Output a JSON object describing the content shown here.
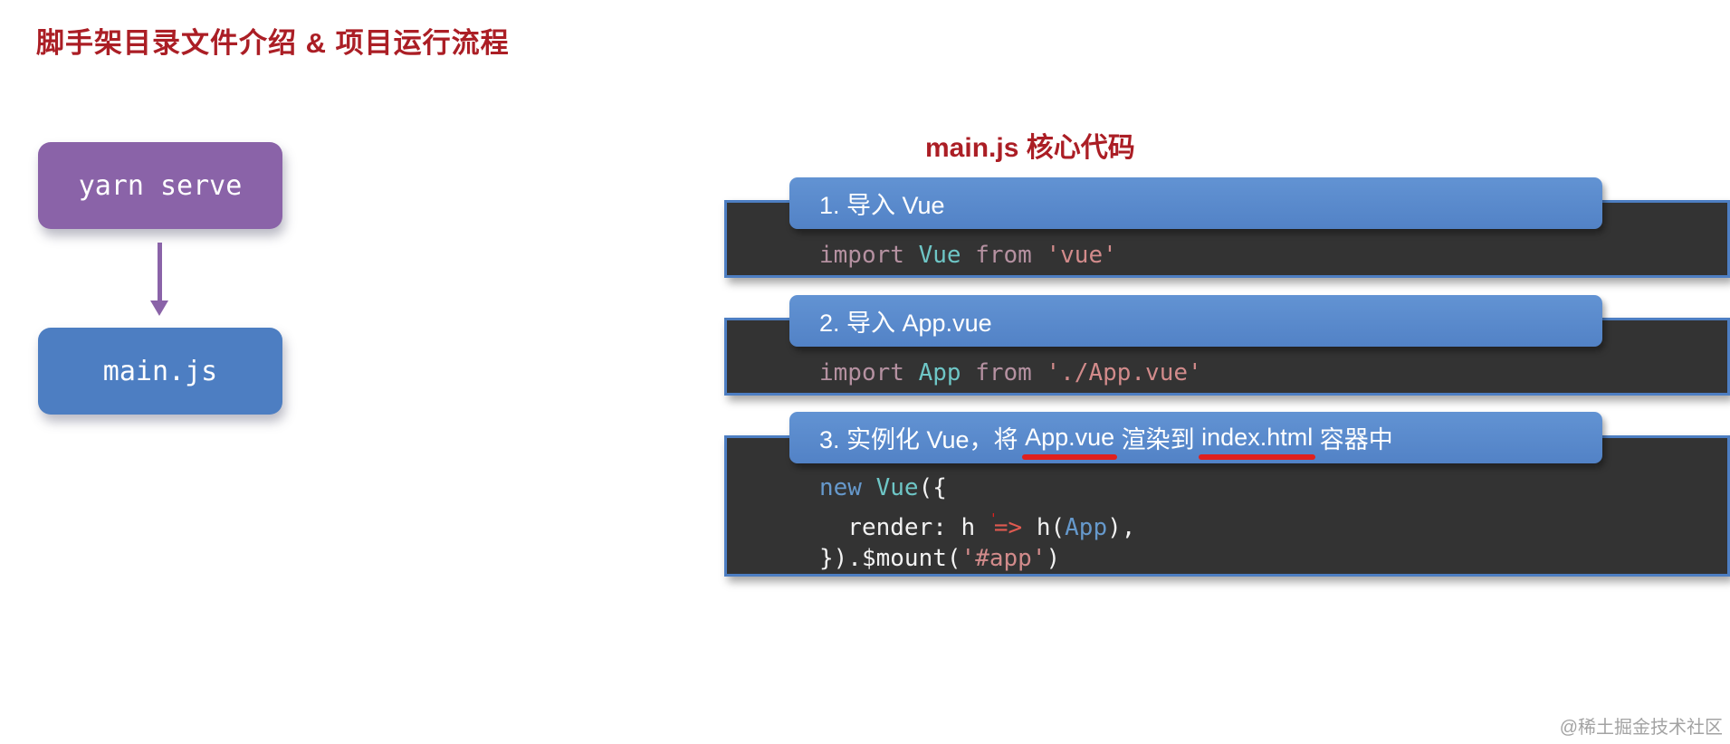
{
  "title": "脚手架目录文件介绍 & 项目运行流程",
  "heading": "main.js 核心代码",
  "watermark": "@稀土掘金技术社区",
  "flow": {
    "yarn_serve": "yarn serve",
    "main_js": "main.js"
  },
  "colors": {
    "title_red": "#ab1e25",
    "box_purple": "#8a63a8",
    "box_blue": "#4d7ec2",
    "header_blue": "#5282c6",
    "code_bg": "#333333",
    "underline_red": "#e0201d",
    "watermark_gray": "#a3a3a3",
    "tok_kw": "#b591a1",
    "tok_cls": "#6ec6c6",
    "tok_str": "#d28b8b",
    "tok_blue": "#6699cc",
    "tok_arrow": "#e05a50",
    "tok_plain": "#f2f2f2"
  },
  "steps": [
    {
      "label_parts": [
        {
          "text": "1. 导入 Vue",
          "underline": false
        }
      ],
      "code_lines": [
        [
          {
            "text": "import",
            "color": "kw"
          },
          {
            "text": " ",
            "color": "plain"
          },
          {
            "text": "Vue",
            "color": "cls"
          },
          {
            "text": " ",
            "color": "plain"
          },
          {
            "text": "from",
            "color": "kw"
          },
          {
            "text": " ",
            "color": "plain"
          },
          {
            "text": "'vue'",
            "color": "str"
          }
        ]
      ]
    },
    {
      "label_parts": [
        {
          "text": "2. 导入 App.vue",
          "underline": false
        }
      ],
      "code_lines": [
        [
          {
            "text": "import",
            "color": "kw"
          },
          {
            "text": " ",
            "color": "plain"
          },
          {
            "text": "App",
            "color": "cls"
          },
          {
            "text": " ",
            "color": "plain"
          },
          {
            "text": "from",
            "color": "kw"
          },
          {
            "text": " ",
            "color": "plain"
          },
          {
            "text": "'./App.vue'",
            "color": "str"
          }
        ]
      ]
    },
    {
      "label_parts": [
        {
          "text": "3. 实例化 Vue，将 ",
          "underline": false
        },
        {
          "text": "App.vue",
          "underline": true
        },
        {
          "text": " 渲染到 ",
          "underline": false
        },
        {
          "text": "index.html",
          "underline": true
        },
        {
          "text": " 容器中",
          "underline": false
        }
      ],
      "code_lines": [
        [
          {
            "text": "new",
            "color": "blue"
          },
          {
            "text": " ",
            "color": "plain"
          },
          {
            "text": "Vue",
            "color": "cls"
          },
          {
            "text": "({",
            "color": "plain"
          }
        ],
        [
          {
            "text": "  render: h ",
            "color": "plain"
          },
          {
            "text": "'",
            "color": "tick"
          },
          {
            "text": "=>",
            "color": "arrow"
          },
          {
            "text": " h(",
            "color": "plain"
          },
          {
            "text": "App",
            "color": "blue"
          },
          {
            "text": "),",
            "color": "plain"
          }
        ],
        [
          {
            "text": "}).$mount(",
            "color": "plain"
          },
          {
            "text": "'#app'",
            "color": "str"
          },
          {
            "text": ")",
            "color": "plain"
          }
        ]
      ]
    }
  ]
}
